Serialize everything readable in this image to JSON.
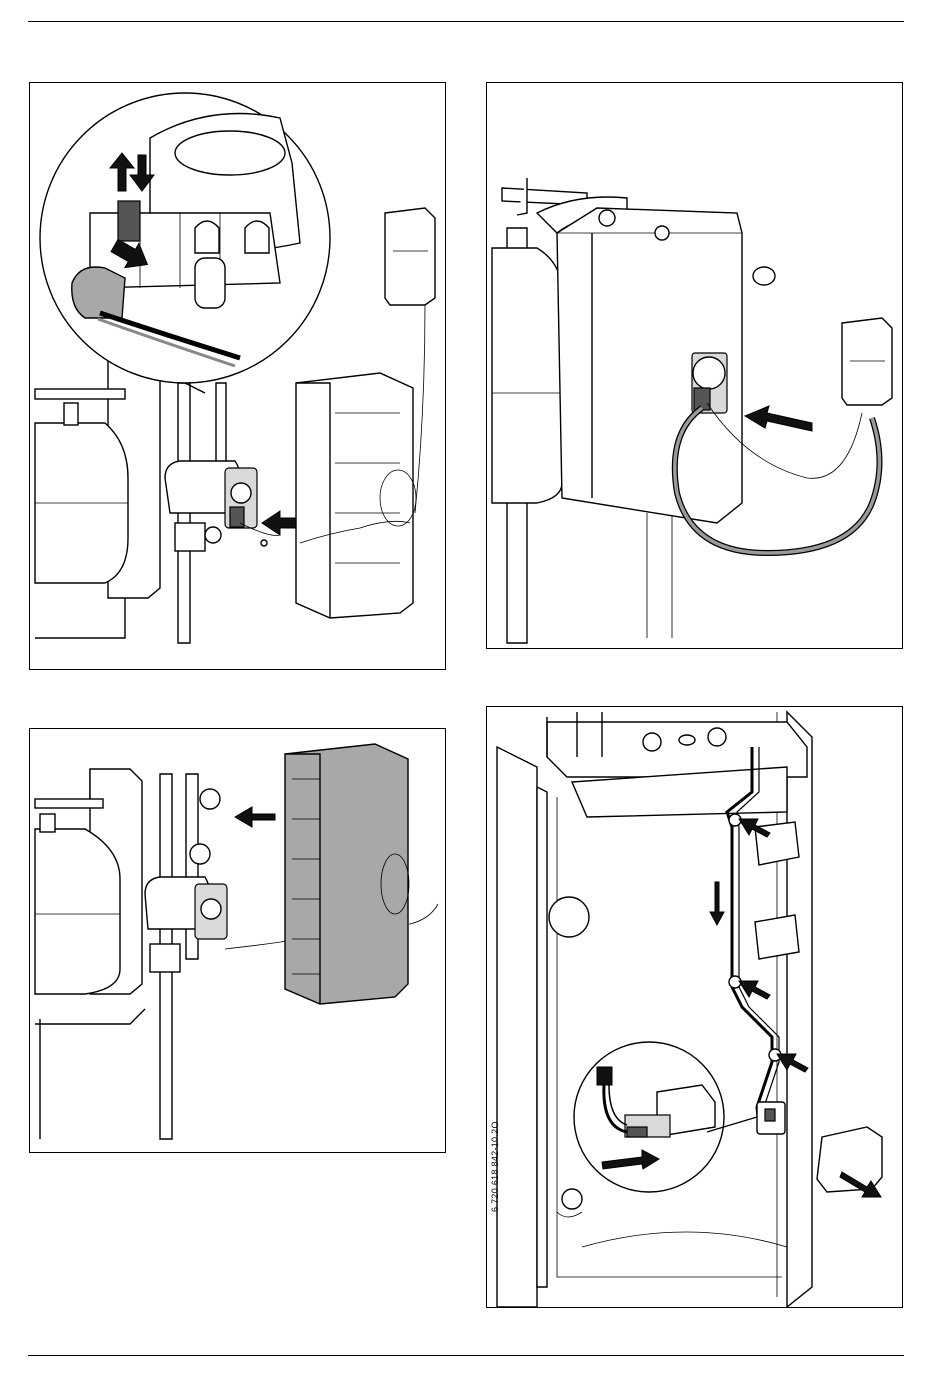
{
  "document": {
    "figure_code": "6 720 618 842-10.2O"
  },
  "figures": [
    {
      "name": "figure-remove-pump-cable"
    },
    {
      "name": "figure-connect-pump-cable"
    },
    {
      "name": "figure-remove-insulation-cover"
    },
    {
      "name": "figure-route-cable-in-casing"
    }
  ]
}
